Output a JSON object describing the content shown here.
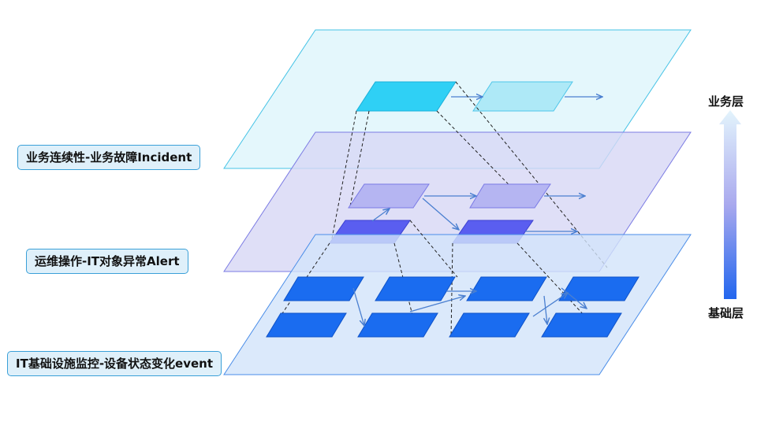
{
  "labels": {
    "business": "业务连续性-业务故障Incident",
    "ops": "运维操作-IT对象异常Alert",
    "infra": "IT基础设施监控-设备状态变化event"
  },
  "axis": {
    "top": "业务层",
    "bottom": "基础层"
  },
  "colors": {
    "business_plane": "#dff6fb",
    "ops_plane": "#dcdcf7",
    "infra_plane": "#d6e6fb",
    "business_node": "#2fd0f5",
    "ops_node": "#5a5ef0",
    "infra_node": "#1a6cf0",
    "arrow": "#4a7fd0"
  }
}
